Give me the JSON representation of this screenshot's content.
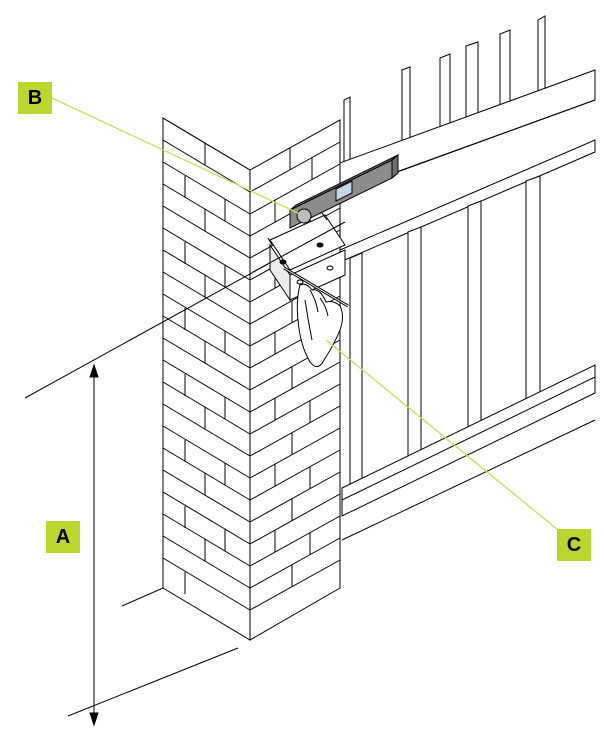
{
  "callouts": {
    "b": "B",
    "a": "A",
    "c": "C"
  },
  "colors": {
    "callout_fill": "#bcd630",
    "leader_line": "#c8dd5a",
    "line": "#000000",
    "level_body": "#8c8c8c",
    "level_vial": "#c8d4ea"
  }
}
